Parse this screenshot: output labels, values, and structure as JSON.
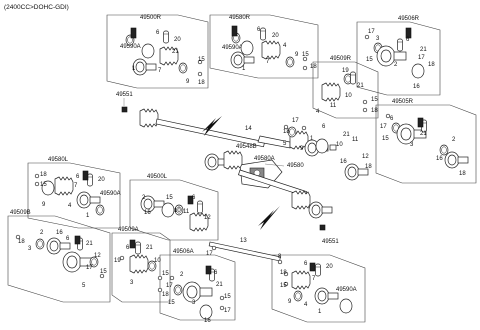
{
  "header": {
    "engine": "(2400CC>DOHC-GDI)"
  },
  "groups": {
    "upper_left": {
      "title": "49500R",
      "sub": "49590A"
    },
    "upper_mid": {
      "title": "49580R",
      "sub": "49590A"
    },
    "upper_right": {
      "title": "49506R"
    },
    "mid_a": {
      "title": "49509R"
    },
    "mid_b": {
      "title": "49505R"
    },
    "left_l": {
      "title": "49580L",
      "sub": "49590A"
    },
    "left_b": {
      "title": "49509B"
    },
    "center_l": {
      "title": "49500L"
    },
    "center_a": {
      "title": "49509A"
    },
    "center_b": {
      "title": "49506A"
    },
    "lower_right": {
      "sub": "49590A"
    }
  },
  "callouts": {
    "c49551_top": "49551",
    "c49551_bot": "49551",
    "c49548B": "49548B",
    "c49580A": "49580A",
    "c49580": "49580",
    "n1": "1",
    "n2": "2",
    "n3": "3",
    "n4": "4",
    "n5": "5",
    "n6": "6",
    "n7": "7",
    "n8": "8",
    "n9": "9",
    "n10": "10",
    "n11": "11",
    "n12": "12",
    "n13": "13",
    "n14": "14",
    "n15": "15",
    "n16": "16",
    "n17": "17",
    "n18": "18",
    "n19": "19",
    "n20": "20",
    "n21": "21"
  }
}
